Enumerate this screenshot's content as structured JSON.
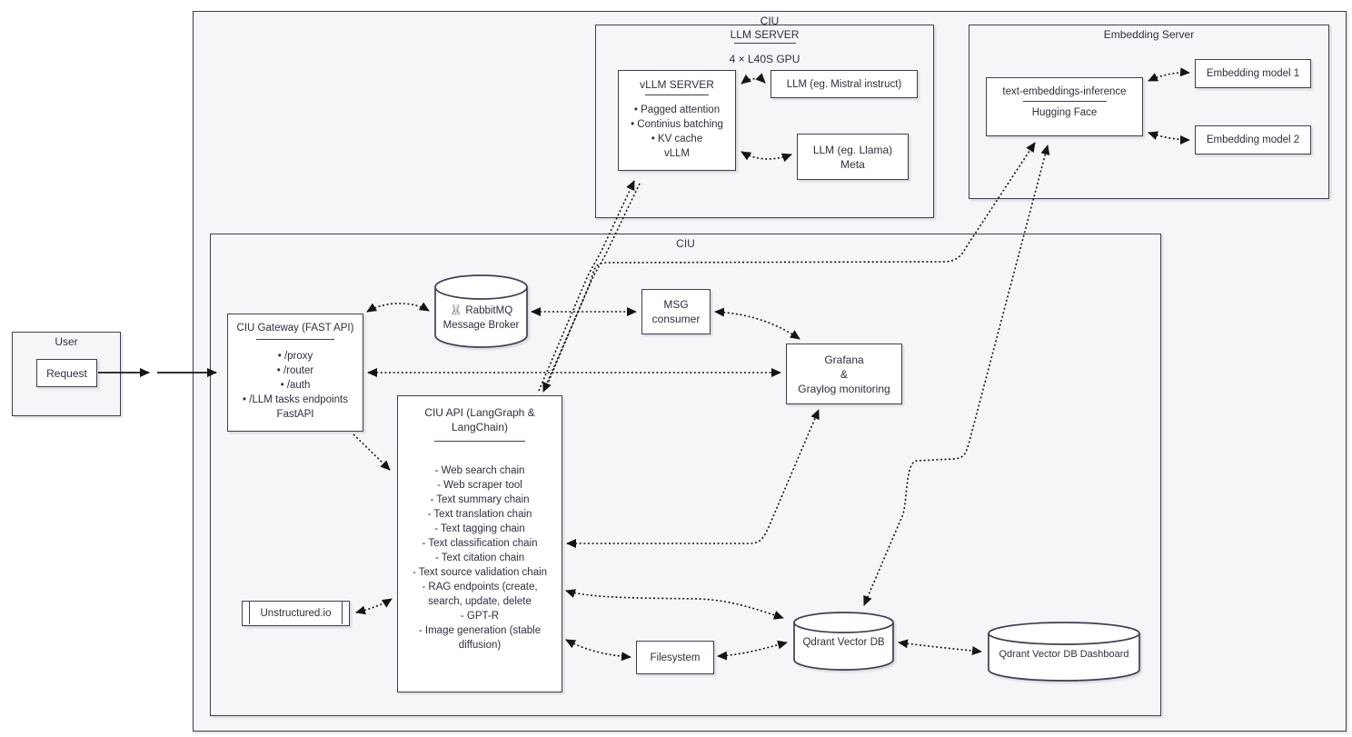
{
  "diagram": {
    "outer_ciu_label": "CIU",
    "inner_ciu_label": "CIU",
    "llm_server": {
      "title": "LLM SERVER",
      "gpu_label": "4 × L40S GPU",
      "vllm_box": {
        "title": "vLLM SERVER",
        "items": [
          "• Pagged attention",
          "• Continius batching",
          "• KV cache",
          "vLLM"
        ]
      },
      "mistral_box": "LLM (eg. Mistral instruct)",
      "llama_box_line1": "LLM (eg. Llama)",
      "llama_box_line2": "Meta"
    },
    "embedding_server": {
      "title": "Embedding Server",
      "tei_line1": "text-embeddings-inference",
      "tei_line2": "Hugging Face",
      "model1": "Embedding model 1",
      "model2": "Embedding model 2"
    },
    "user": {
      "title": "User",
      "request": "Request"
    },
    "gateway": {
      "title": "CIU Gateway (FAST API)",
      "items": [
        "• /proxy",
        "• /router",
        "• /auth",
        "• /LLM tasks endpoints",
        "FastAPI"
      ]
    },
    "rabbitmq": {
      "line1": "🐰 RabbitMQ",
      "line2": "Message Broker"
    },
    "msg_consumer": {
      "line1": "MSG",
      "line2": "consumer"
    },
    "grafana": {
      "line1": "Grafana",
      "line2": "&",
      "line3": "Graylog monitoring"
    },
    "api_box": {
      "title_line1": "CIU API (LangGraph &",
      "title_line2": "LangChain)",
      "items": [
        "- Web search chain",
        "- Web scraper tool",
        "- Text summary chain",
        "- Text translation chain",
        "- Text tagging chain",
        "- Text classification chain",
        "- Text citation chain",
        "- Text source validation chain",
        "- RAG endpoints (create,",
        "search, update, delete",
        "- GPT-R",
        "- Image generation (stable",
        "diffusion)"
      ]
    },
    "unstructured": "Unstructured.io",
    "filesystem": "Filesystem",
    "qdrant": "Qdrant Vector DB",
    "qdrant_dashboard": "Qdrant Vector DB Dashboard"
  },
  "colors": {
    "border": "#3f3d56",
    "container_fill": "#f6f6f8",
    "node_fill": "#ffffff",
    "text": "#2f2e41",
    "line": "#141414"
  }
}
